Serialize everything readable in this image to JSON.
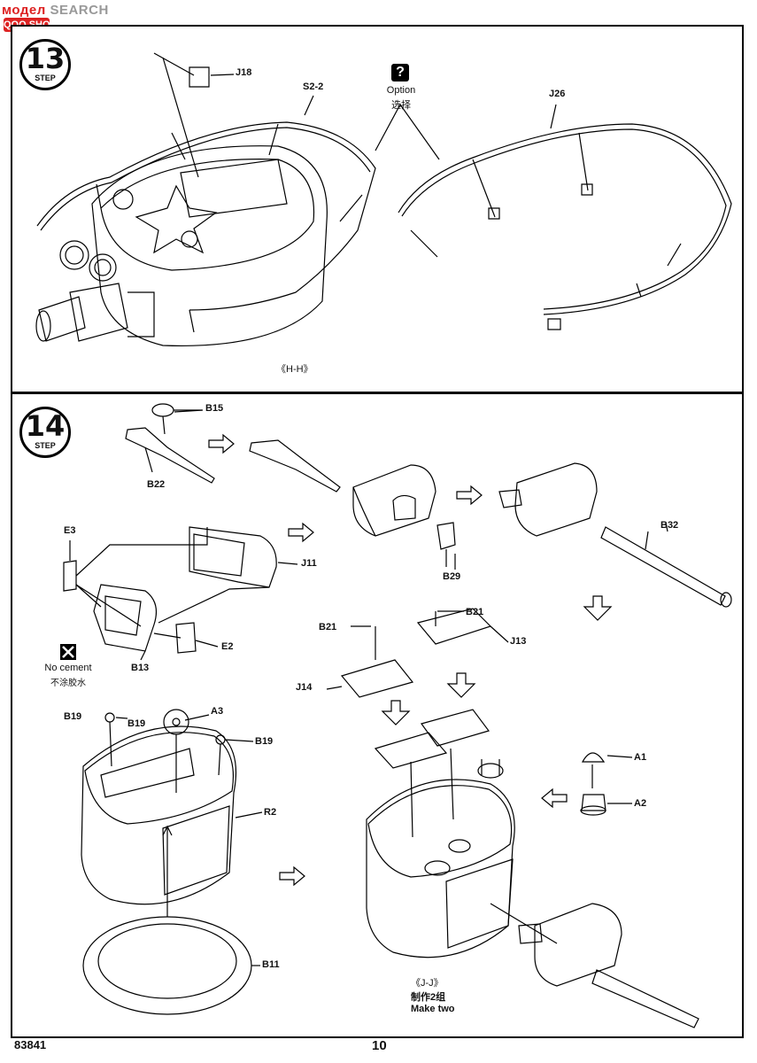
{
  "watermark": {
    "part_a": "модел",
    "part_b": "SEARCH",
    "url": "QQQ.SHOP.COM"
  },
  "step13": {
    "number": "13",
    "step_label": "STEP",
    "parts": {
      "j18": "J18",
      "s2_2": "S2-2",
      "j26": "J26"
    },
    "option_icon": "?",
    "option_en": "Option",
    "option_cn": "选择",
    "caption": "《H-H》"
  },
  "step14": {
    "number": "14",
    "step_label": "STEP",
    "parts": {
      "b15": "B15",
      "b22": "B22",
      "b29": "B29",
      "b32": "B32",
      "e3": "E3",
      "j11": "J11",
      "e2": "E2",
      "b13": "B13",
      "b21a": "B21",
      "b21b": "B21",
      "j13": "J13",
      "j14": "J14",
      "b19a": "B19",
      "b19b": "B19",
      "b19c": "B19",
      "a3": "A3",
      "r2": "R2",
      "b11": "B11",
      "a1": "A1",
      "a2": "A2"
    },
    "no_cement_en": "No cement",
    "no_cement_cn": "不涂胶水",
    "caption": "《J-J》",
    "make_cn": "制作2组",
    "make_en": "Make two"
  },
  "footer": {
    "code": "83841",
    "page": "10"
  }
}
